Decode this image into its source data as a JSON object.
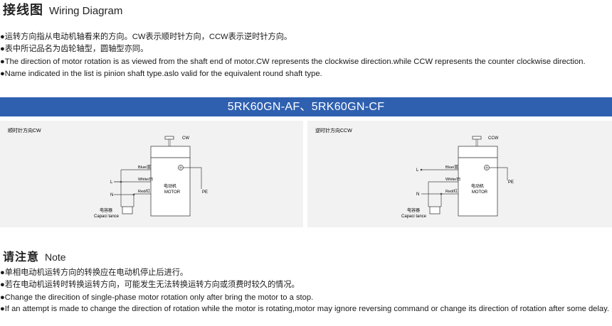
{
  "header": {
    "title_zh": "接线图",
    "title_en": "Wiring Diagram"
  },
  "intro_notes": [
    "●运转方向指从电动机轴看来的方向。CW表示顺时针方向，CCW表示逆时针方向。",
    "●表中所记品名为齿轮轴型，圆轴型亦同。",
    "●The direction of motor rotation is as viewed from the shaft end of motor.CW represents the clockwise direction.while CCW represents the counter clockwise direction.",
    "●Name indicated in the list is pinion shaft type.aslo valid for the equivalent round shaft type."
  ],
  "model_bar": "5RK60GN-AF、5RK60GN-CF",
  "diagrams": [
    {
      "title": "顺时针方向CW",
      "rotation": "CW",
      "wires": [
        "Blue/蓝",
        "White/白",
        "Red/红"
      ],
      "lines": [
        "L",
        "N"
      ],
      "motor_zh": "电动机",
      "motor_en": "MOTOR",
      "pe": "PE",
      "capacitor_zh": "电容器",
      "capacitor_en": "Capaci tance"
    },
    {
      "title": "逆时针方向CCW",
      "rotation": "CCW",
      "wires": [
        "Blue/蓝",
        "White/白",
        "Red/红"
      ],
      "lines": [
        "L",
        "N"
      ],
      "motor_zh": "电动机",
      "motor_en": "MOTOR",
      "pe": "PE",
      "capacitor_zh": "电容器",
      "capacitor_en": "Capaci tance"
    }
  ],
  "note_header": {
    "title_zh": "请注意",
    "title_en": "Note"
  },
  "note_items": [
    "●单相电动机运转方向的转换应在电动机停止后进行。",
    "●若在电动机运转时转换运转方向，可能发生无法转换运转方向或须费时较久的情况。",
    "●Change the direcition of single-phase motor rotation only after bring the motor to a stop.",
    "●If an attempt is made to change the direction of rotation while the motor is rotating,motor may ignore reversing command or change its direction of rotation after some delay."
  ]
}
